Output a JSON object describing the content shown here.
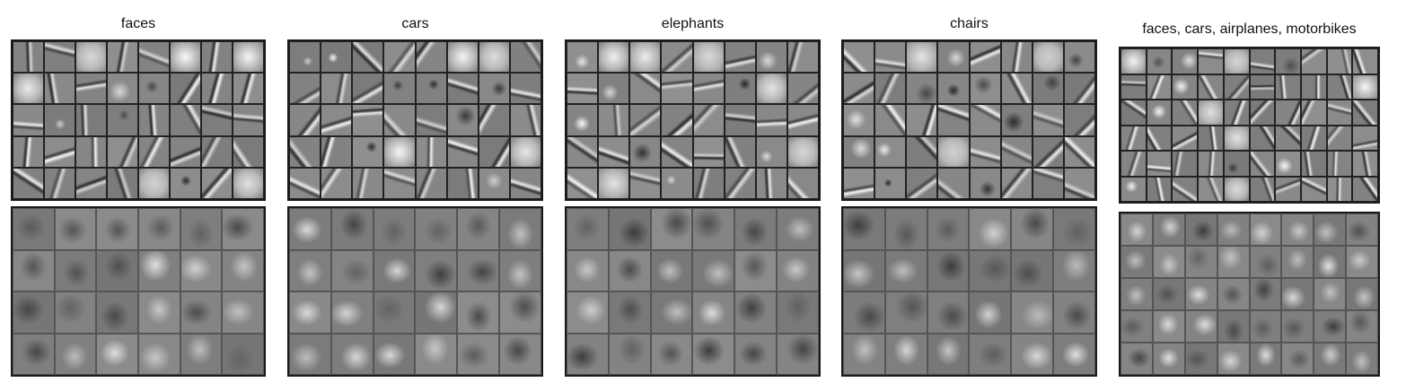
{
  "figure": {
    "panels": [
      {
        "id": "faces",
        "title": "faces",
        "first_layer": {
          "rows": 5,
          "cols": 8
        },
        "second_layer": {
          "rows": 4,
          "cols": 6
        }
      },
      {
        "id": "cars",
        "title": "cars",
        "first_layer": {
          "rows": 5,
          "cols": 8
        },
        "second_layer": {
          "rows": 4,
          "cols": 6
        }
      },
      {
        "id": "elephants",
        "title": "elephants",
        "first_layer": {
          "rows": 5,
          "cols": 8
        },
        "second_layer": {
          "rows": 4,
          "cols": 6
        }
      },
      {
        "id": "chairs",
        "title": "chairs",
        "first_layer": {
          "rows": 5,
          "cols": 8
        },
        "second_layer": {
          "rows": 4,
          "cols": 6
        }
      },
      {
        "id": "mixed",
        "title": "faces, cars, airplanes, motorbikes",
        "first_layer": {
          "rows": 6,
          "cols": 10
        },
        "second_layer": {
          "rows": 5,
          "cols": 8
        }
      }
    ]
  }
}
